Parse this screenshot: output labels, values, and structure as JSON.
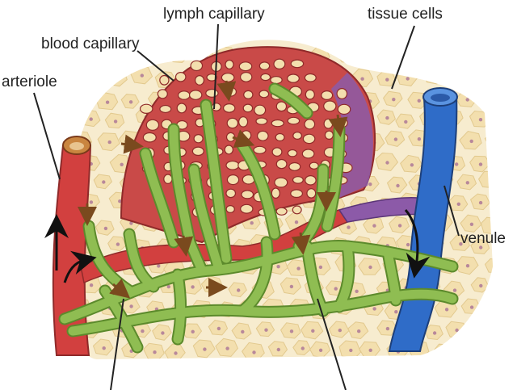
{
  "labels": {
    "lymph_capillary": "lymph capillary",
    "blood_capillary": "blood capillary",
    "tissue_cells": "tissue cells",
    "arteriole": "arteriole",
    "venule": "venule"
  },
  "colors": {
    "tissue_background": "#f7eccf",
    "tissue_cell": "#f3dfae",
    "tissue_nucleus": "#b8889a",
    "arteriole": "#d2403f",
    "blood_capillary": "#c94a48",
    "venous_capillary": "#8c5aa8",
    "venule": "#2f6cc8",
    "lymph": "#8fbd52",
    "lymph_outline": "#5c8a2c",
    "flow_arrow": "#7a4a1e",
    "leader_line": "#222222"
  }
}
